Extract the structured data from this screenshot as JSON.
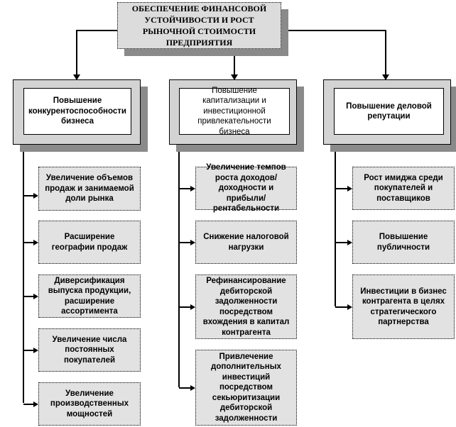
{
  "root": {
    "title": "ОБЕСПЕЧЕНИЕ ФИНАНСОВОЙ УСТОЙЧИВОСТИ И РОСТ РЫНОЧНОЙ СТОИМОСТИ ПРЕДПРИЯТИЯ"
  },
  "columns": [
    {
      "title": "Повышение конкурентоспособности бизнеса",
      "items": [
        "Увеличение объемов продаж и занимаемой доли рынка",
        "Расширение географии продаж",
        "Диверсификация выпуска продукции, расширение ассортимента",
        "Увеличение числа постоянных покупателей",
        "Увеличение производственных мощностей"
      ]
    },
    {
      "title": "Повышение капитализации и инвестиционной привлекательности бизнеса",
      "items": [
        "Увеличение темпов роста доходов/ доходности и прибыли/ рентабельности",
        "Снижение налоговой нагрузки",
        "Рефинансирование дебиторской задолженности посредством вхождения в капитал контрагента",
        "Привлечение дополнительных инвестиций посредством секьюритизации дебиторской задолженности"
      ]
    },
    {
      "title": "Повышение деловой репутации",
      "items": [
        "Рост имиджа среди покупателей и поставщиков",
        "Повышение публичности",
        "Инвестиции в бизнес контрагента в целях стратегического партнерства"
      ]
    }
  ]
}
